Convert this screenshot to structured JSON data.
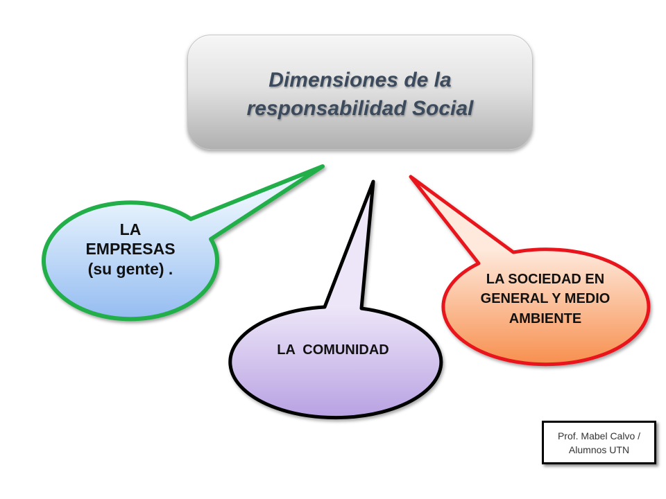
{
  "title": {
    "line1": "Dimensiones de la",
    "line2": "responsabilidad Social",
    "text_color": "#3b4a5c"
  },
  "bubbles": {
    "empresas": {
      "lines": [
        "LA",
        "EMPRESAS",
        "(su gente) ."
      ],
      "stroke": "#22ae4a",
      "fill_top": "#e6f2fd",
      "fill_bottom": "#94bcf1"
    },
    "comunidad": {
      "lines": [
        "LA  COMUNIDAD"
      ],
      "stroke": "#000000",
      "fill_top": "#ede6f8",
      "fill_bottom": "#b8a1e2"
    },
    "sociedad": {
      "lines": [
        "LA SOCIEDAD EN",
        "GENERAL Y MEDIO",
        "AMBIENTE"
      ],
      "stroke": "#e8141c",
      "fill_top": "#fee9dc",
      "fill_bottom": "#f78f4e"
    }
  },
  "credit": {
    "line1": "Prof. Mabel Calvo /",
    "line2": "Alumnos UTN"
  }
}
